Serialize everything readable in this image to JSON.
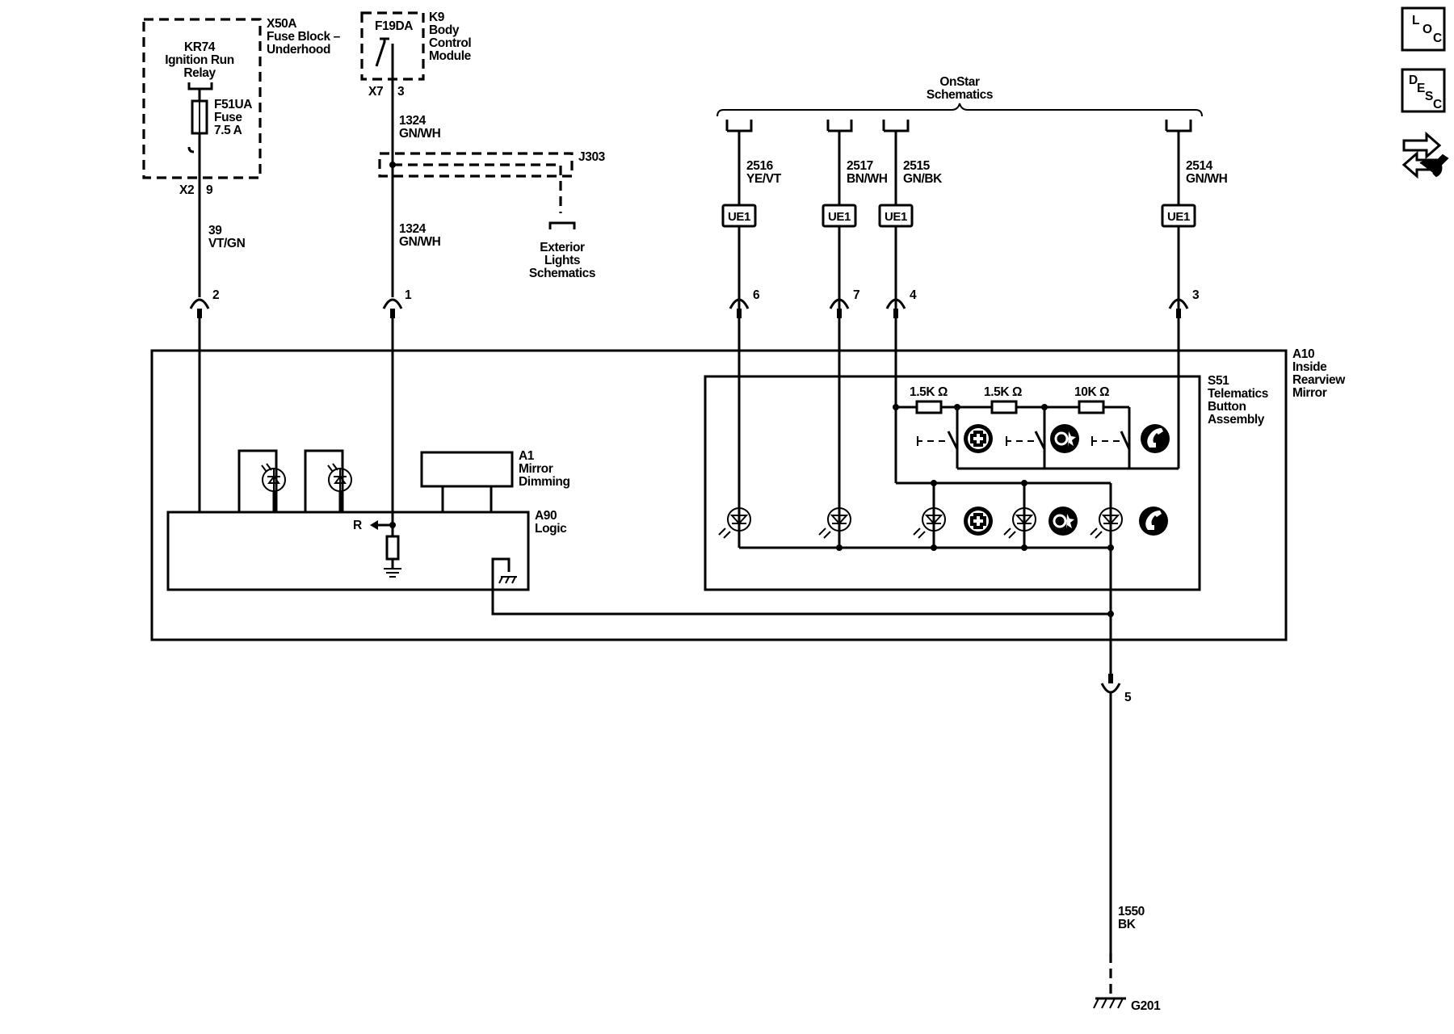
{
  "x50a": {
    "id": "X50A",
    "name": [
      "Fuse Block –",
      "Underhood"
    ]
  },
  "kr74": {
    "id": "KR74",
    "name": [
      "Ignition Run",
      "Relay"
    ]
  },
  "f51ua": {
    "id": "F51UA",
    "type": "Fuse",
    "rating": "7.5 A"
  },
  "conn_x2": {
    "conn": "X2",
    "pin": "9"
  },
  "k9": {
    "id": "K9",
    "name": [
      "Body",
      "Control",
      "Module"
    ],
    "output": "F19DA"
  },
  "conn_x7": {
    "conn": "X7",
    "pin": "3"
  },
  "splice": {
    "id": "J303"
  },
  "exterior_lights": [
    "Exterior",
    "Lights",
    "Schematics"
  ],
  "onstar": [
    "OnStar",
    "Schematics"
  ],
  "wires": {
    "w39": {
      "circuit": "39",
      "color": "VT/GN"
    },
    "w1324a": {
      "circuit": "1324",
      "color": "GN/WH"
    },
    "w1324b": {
      "circuit": "1324",
      "color": "GN/WH"
    },
    "w2516": {
      "circuit": "2516",
      "color": "YE/VT"
    },
    "w2517": {
      "circuit": "2517",
      "color": "BN/WH"
    },
    "w2515": {
      "circuit": "2515",
      "color": "GN/BK"
    },
    "w2514": {
      "circuit": "2514",
      "color": "GN/WH"
    },
    "w1550": {
      "circuit": "1550",
      "color": "BK"
    }
  },
  "option_badge": "UE1",
  "pins": {
    "p2": "2",
    "p1": "1",
    "p6": "6",
    "p7": "7",
    "p4": "4",
    "p3": "3",
    "p5": "5"
  },
  "a10": {
    "id": "A10",
    "name": [
      "Inside",
      "Rearview",
      "Mirror"
    ]
  },
  "s51": {
    "id": "S51",
    "name": [
      "Telematics",
      "Button",
      "Assembly"
    ]
  },
  "a1": {
    "id": "A1",
    "name": [
      "Mirror",
      "Dimming"
    ]
  },
  "a90": {
    "id": "A90",
    "name": "Logic",
    "ref_label": "R"
  },
  "resistors": [
    "1.5K Ω",
    "1.5K Ω",
    "10K Ω"
  ],
  "ground": "G201",
  "side_buttons": [
    {
      "name": "LOC",
      "letters": [
        "L",
        "O",
        "C"
      ]
    },
    {
      "name": "DESC",
      "letters": [
        "D",
        "E",
        "S",
        "C"
      ]
    }
  ]
}
